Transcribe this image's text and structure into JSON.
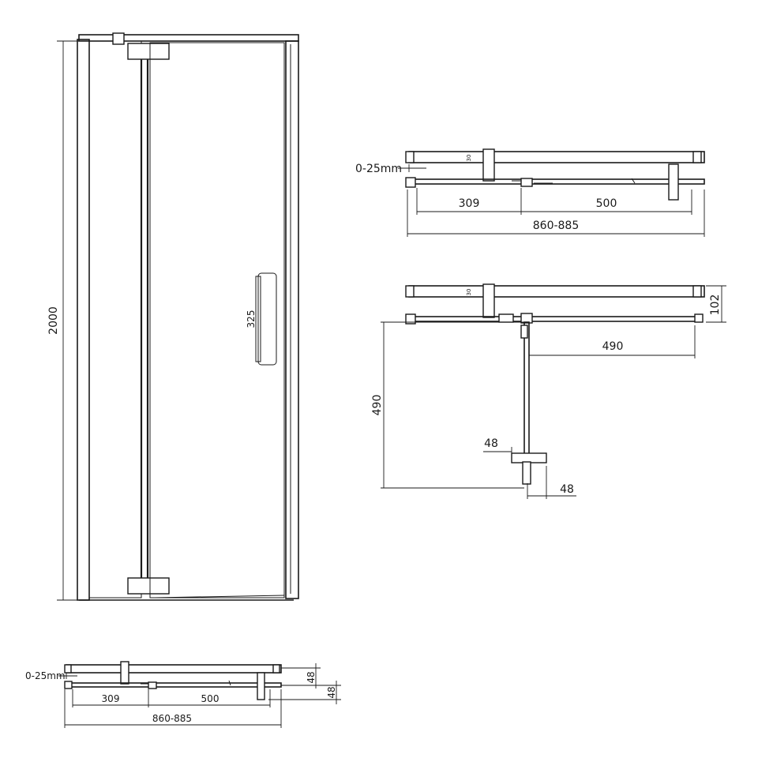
{
  "front_view": {
    "height_label": "2000",
    "handle_label": "325"
  },
  "plan_view_closed": {
    "gap_label": "0-25mm",
    "dim_a": "309",
    "dim_b": "500",
    "total": "860-885",
    "tag": "30"
  },
  "plan_view_open": {
    "tag": "30",
    "depth": "102",
    "swing_width": "490",
    "swing_depth": "490",
    "handle_a": "48",
    "handle_b": "48"
  },
  "plan_view_small": {
    "gap_label": "0-25mm",
    "dim_a": "309",
    "dim_b": "500",
    "total": "860-885",
    "side_a": "48",
    "side_b": "48"
  }
}
